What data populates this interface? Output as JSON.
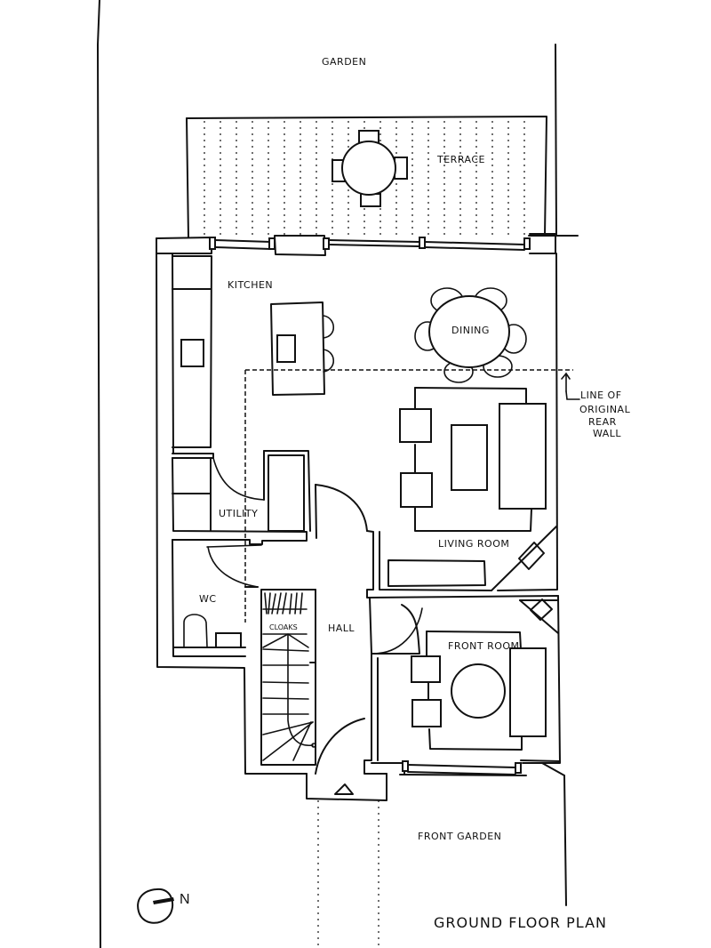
{
  "title": "GROUND FLOOR PLAN",
  "compass": {
    "label": "N"
  },
  "outdoor": {
    "garden": "GARDEN",
    "terrace": "TERRACE",
    "front_garden": "FRONT GARDEN"
  },
  "rooms": {
    "kitchen": "KITCHEN",
    "dining": "DINING",
    "living_room": "LIVING ROOM",
    "utility": "UTILITY",
    "wc": "WC",
    "hall": "HALL",
    "cloaks": "CLOAKS",
    "front_room": "FRONT ROOM"
  },
  "annotation": {
    "line1": "LINE OF",
    "line2": "ORIGINAL",
    "line3": "REAR",
    "line4": "WALL"
  },
  "colors": {
    "ink": "#111111",
    "paper": "#ffffff"
  }
}
